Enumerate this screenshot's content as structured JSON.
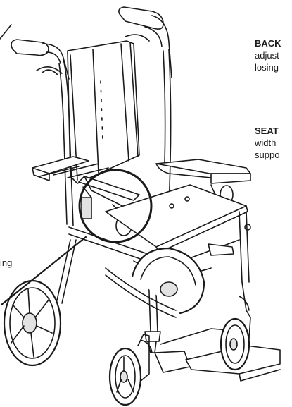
{
  "labels": {
    "backrest": {
      "heading": "BACK",
      "line1": "adjust",
      "line2": "losing"
    },
    "seat": {
      "heading": "SEAT",
      "line1": "width",
      "line2": "suppo"
    },
    "fragment_left": "ing"
  },
  "colors": {
    "stroke": "#1a1a1a",
    "fill": "#ffffff",
    "shade": "#e2e2e2"
  }
}
